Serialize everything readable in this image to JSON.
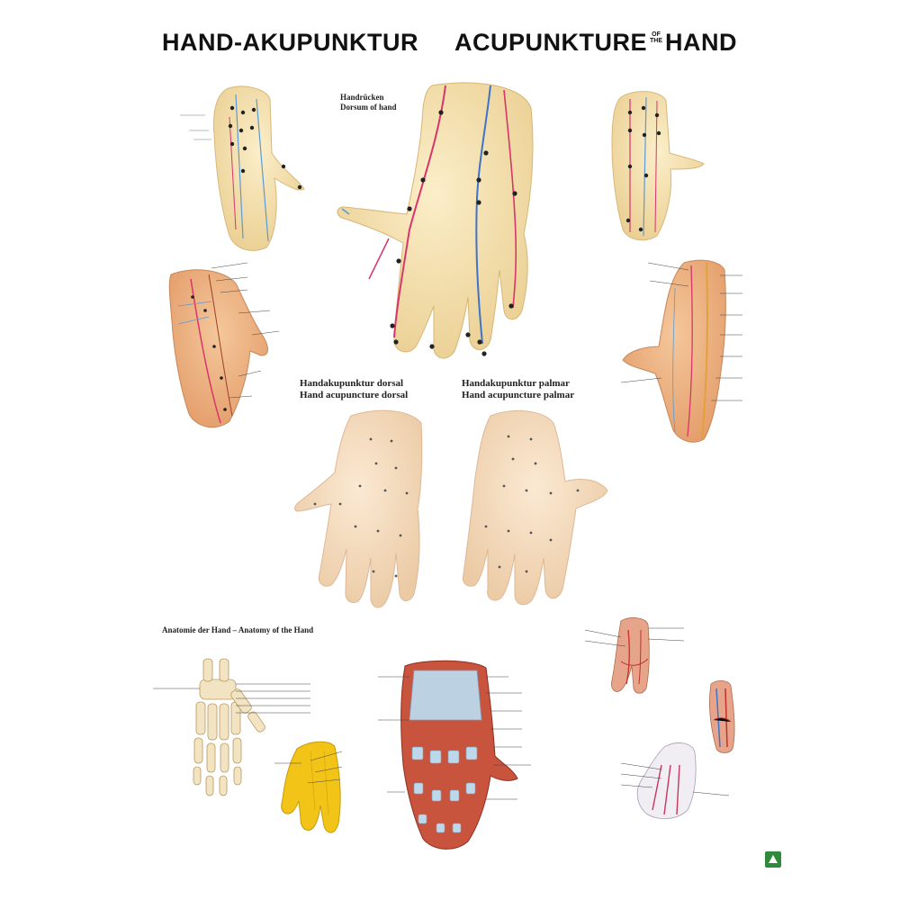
{
  "header": {
    "title_de": "HAND-AKUPUNKTUR",
    "title_en_main": "ACUPUNKTURE",
    "title_en_small_top": "OF",
    "title_en_small_bottom": "THE",
    "title_en_end": "HAND"
  },
  "captions": {
    "dorsum_de": "Handrücken",
    "dorsum_en": "Dorsum of hand",
    "dorsal_de": "Handakupunktur dorsal",
    "dorsal_en": "Hand acupuncture dorsal",
    "palmar_de": "Handakupunktur palmar",
    "palmar_en": "Hand acupuncture palmar",
    "anatomy": "Anatomie der Hand – Anatomy of the Hand"
  },
  "colors": {
    "skin": "#f6e3b4",
    "skin_shade": "#e9c98e",
    "meridian_red": "#d8356a",
    "meridian_blue": "#3f73c9",
    "muscle": "#c8543e",
    "tendon": "#bcd8ea",
    "bone": "#f2e3c2",
    "yellow_glove": "#f2c417",
    "logo_green": "#2f8a3c"
  },
  "icons": {
    "logo": "publisher-logo-icon"
  }
}
